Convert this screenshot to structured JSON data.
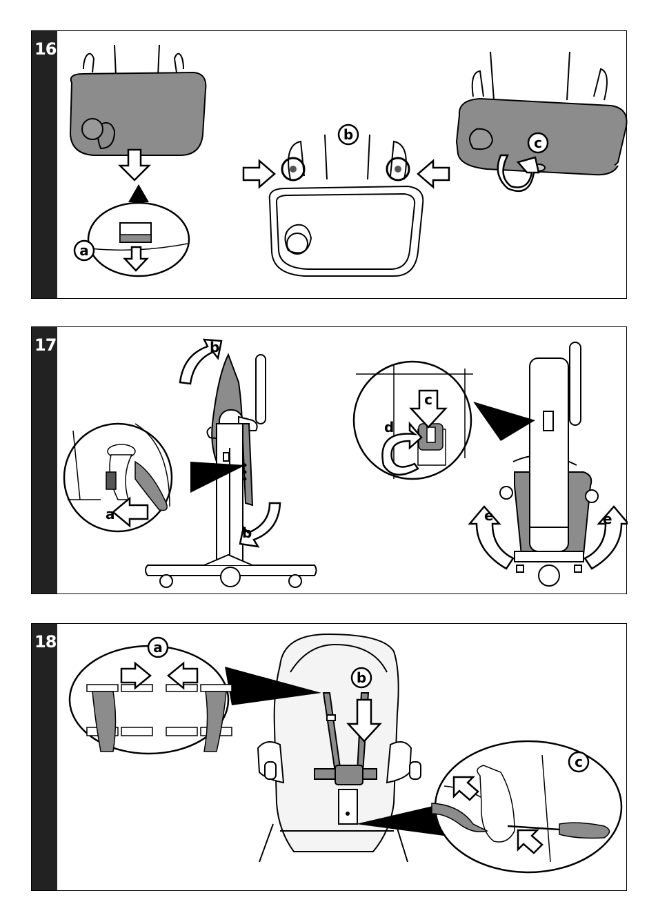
{
  "steps": [
    {
      "number": "16",
      "labels": {
        "a": "a",
        "b": "b",
        "c": "c"
      }
    },
    {
      "number": "17",
      "labels": {
        "a": "a",
        "b1": "b",
        "b2": "b",
        "c": "c",
        "d": "d",
        "e1": "e",
        "e2": "e"
      }
    },
    {
      "number": "18",
      "labels": {
        "a": "a",
        "b": "b",
        "c": "c"
      }
    }
  ],
  "colors": {
    "fill_gray": "#8c8c8c",
    "strip": "#222222",
    "outline": "#000000",
    "seat": "#f4f4f4"
  }
}
